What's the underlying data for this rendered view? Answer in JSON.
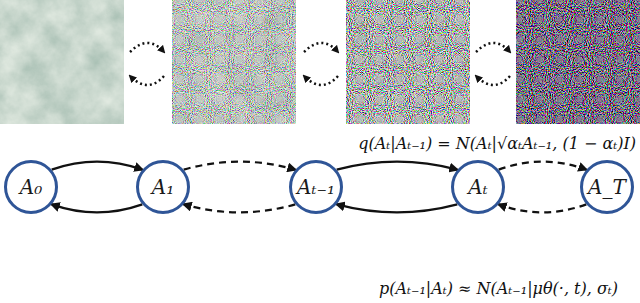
{
  "diagram": {
    "nodes": [
      {
        "text": [
          "A₀"
        ]
      },
      {
        "text": [
          "A₁"
        ]
      },
      {
        "text": [
          "Aₜ₋₁"
        ]
      },
      {
        "text": [
          "Aₜ"
        ]
      },
      {
        "text": [
          "A_T"
        ]
      }
    ],
    "edges": [
      {
        "from": 0,
        "to": 1,
        "arrow": "to"
      },
      {
        "from": 1,
        "to": 2,
        "arrow": "to"
      },
      {
        "from": 2,
        "to": 3,
        "arrow": "to"
      },
      {
        "from": 3,
        "to": 4,
        "arrow": "to"
      },
      {
        "from": 1,
        "to": 0,
        "arrow": "to"
      },
      {
        "from": 2,
        "to": 1,
        "arrow": "to"
      },
      {
        "from": 3,
        "to": 2,
        "arrow": "to"
      },
      {
        "from": 4,
        "to": 3,
        "arrow": "to"
      }
    ],
    "labels": [
      "q(Aₜ|Aₜ₋₁) = N(Aₜ|√αₜAₜ₋₁, (1 − αₜ)I)",
      "p(Aₜ₋₁|Aₜ) ≈ N(Aₜ₋₁|μθ(·, t), σₜ)"
    ]
  }
}
